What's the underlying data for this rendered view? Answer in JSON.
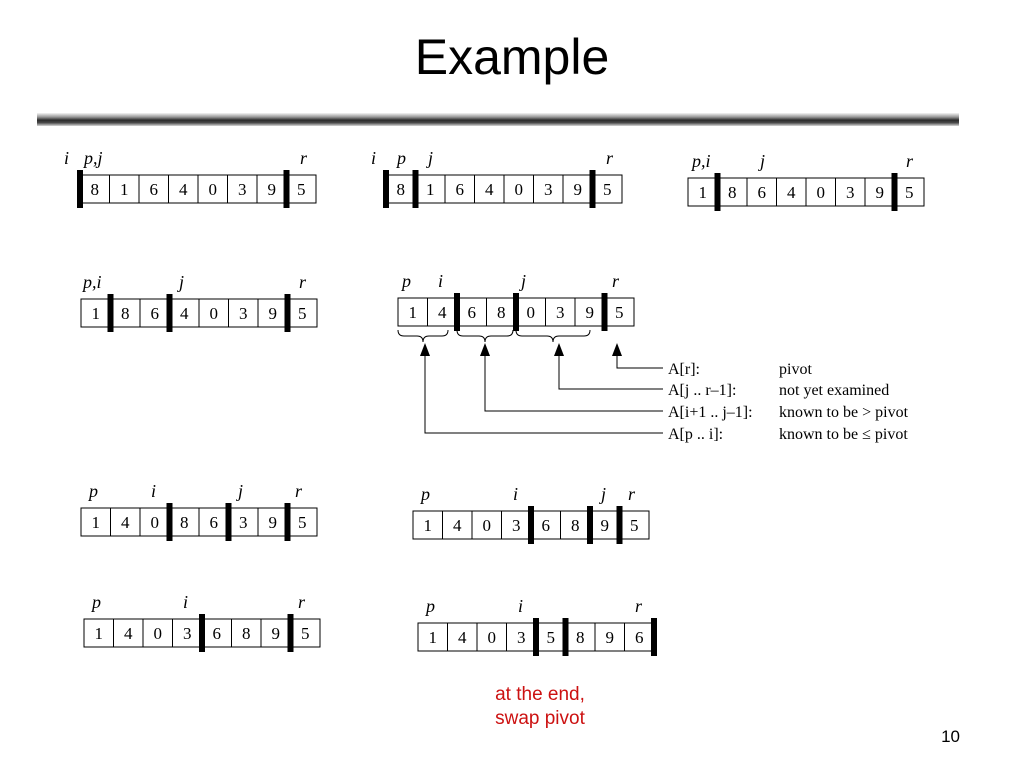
{
  "title": "Example",
  "note": {
    "line1": "at the end,",
    "line2": "swap pivot"
  },
  "page_number": "10",
  "arrays": [
    {
      "values": [
        "8",
        "1",
        "6",
        "4",
        "0",
        "3",
        "9",
        "5"
      ],
      "markers": [
        "i",
        "p,j",
        "r"
      ]
    },
    {
      "values": [
        "8",
        "1",
        "6",
        "4",
        "0",
        "3",
        "9",
        "5"
      ],
      "markers": [
        "i",
        "p",
        "j",
        "r"
      ]
    },
    {
      "values": [
        "1",
        "8",
        "6",
        "4",
        "0",
        "3",
        "9",
        "5"
      ],
      "markers": [
        "p,i",
        "j",
        "r"
      ]
    },
    {
      "values": [
        "1",
        "8",
        "6",
        "4",
        "0",
        "3",
        "9",
        "5"
      ],
      "markers": [
        "p,i",
        "j",
        "r"
      ]
    },
    {
      "values": [
        "1",
        "4",
        "6",
        "8",
        "0",
        "3",
        "9",
        "5"
      ],
      "markers": [
        "p",
        "i",
        "j",
        "r"
      ]
    },
    {
      "values": [
        "1",
        "4",
        "0",
        "8",
        "6",
        "3",
        "9",
        "5"
      ],
      "markers": [
        "p",
        "i",
        "j",
        "r"
      ]
    },
    {
      "values": [
        "1",
        "4",
        "0",
        "3",
        "6",
        "8",
        "9",
        "5"
      ],
      "markers": [
        "p",
        "i",
        "j",
        "r"
      ]
    },
    {
      "values": [
        "1",
        "4",
        "0",
        "3",
        "6",
        "8",
        "9",
        "5"
      ],
      "markers": [
        "p",
        "i",
        "r"
      ]
    },
    {
      "values": [
        "1",
        "4",
        "0",
        "3",
        "5",
        "8",
        "9",
        "6"
      ],
      "markers": [
        "p",
        "i",
        "r"
      ]
    }
  ],
  "legend": [
    {
      "expr": "A[r]:",
      "desc": "pivot"
    },
    {
      "expr": "A[j .. r–1]:",
      "desc": "not yet examined"
    },
    {
      "expr": "A[i+1 .. j–1]:",
      "desc": "known to be > pivot"
    },
    {
      "expr": "A[p .. i]:",
      "desc": "known to be ≤ pivot"
    }
  ]
}
